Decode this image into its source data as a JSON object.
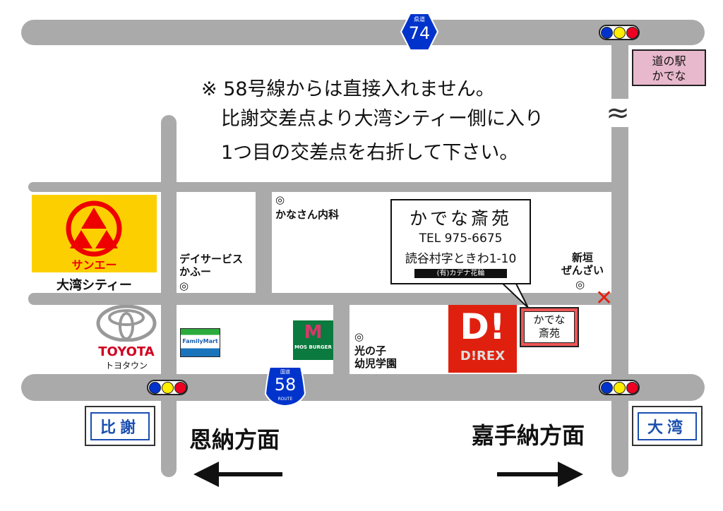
{
  "route74": {
    "label": "県道",
    "number": "74"
  },
  "route58": {
    "label": "国道",
    "number": "58",
    "sub": "ROUTE"
  },
  "michinoeki": {
    "line1": "道の駅",
    "line2": "かでな"
  },
  "notice": [
    "※ 58号線からは直接入れません。",
    "比謝交差点より大湾シティー側に入り",
    "1つ目の交差点を右折して下さい。"
  ],
  "wavy": "≈",
  "sanei": {
    "logo": "サンエー",
    "label": "大湾シティー"
  },
  "dayservice": {
    "line1": "デイサービス",
    "line2": "かふー",
    "mark": "◎"
  },
  "kanasan": {
    "label": "かなさん内科",
    "mark": "◎"
  },
  "shop": {
    "name": "かでな斎苑",
    "tel": "TEL 975-6675",
    "address": "読谷村字ときわ1-10",
    "company": "(有)カデナ花輪"
  },
  "shop_marker": {
    "line1": "かでな",
    "line2": "斎苑"
  },
  "zenzai": {
    "line1": "新垣",
    "line2": "ぜんざい",
    "mark": "◎"
  },
  "x_mark": "✕",
  "toyota": {
    "logo": "TOYOTA",
    "label": "トヨタウン"
  },
  "familymart": {
    "logo": "FamilyMart"
  },
  "mos": {
    "logo": "MOS BURGER"
  },
  "kindergarten": {
    "line1": "光の子",
    "line2": "幼児学園",
    "mark": "◎"
  },
  "direx": {
    "logo": "D!",
    "sub": "D!REX"
  },
  "directions": {
    "hija": "比謝",
    "owan": "大湾",
    "onna": "恩納方面",
    "kadena": "嘉手納方面"
  },
  "colors": {
    "road": "#aaaaaa",
    "route_blue": "#0033cc",
    "signal_blue": "#0033cc",
    "signal_yellow": "#ffee00",
    "signal_red": "#ee0022",
    "sanei_yellow": "#fcd000",
    "direx_red": "#e0200e"
  }
}
